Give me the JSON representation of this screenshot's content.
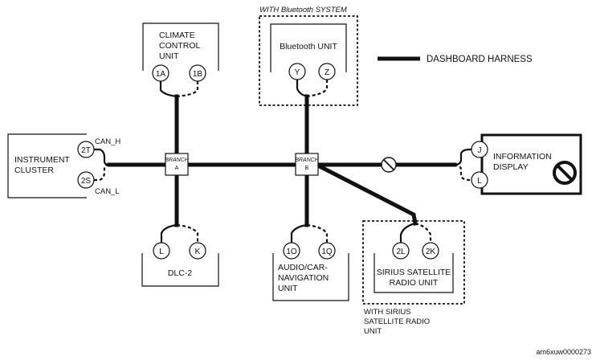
{
  "colors": {
    "ink": "#111111",
    "background": "#ffffff"
  },
  "legend": {
    "label": "DASHBOARD HARNESS"
  },
  "notes": {
    "bluetooth_option": "WITH Bluetooth SYSTEM",
    "sirius_option": [
      "WITH SIRIUS",
      "SATELLITE RADIO",
      "UNIT"
    ]
  },
  "units": {
    "climate": {
      "lines": [
        "CLIMATE",
        "CONTROL",
        "UNIT"
      ],
      "pins": [
        "1A",
        "1B"
      ]
    },
    "bluetooth": {
      "lines": [
        "Bluetooth UNIT"
      ],
      "pins": [
        "Y",
        "Z"
      ]
    },
    "instrument_cluster": {
      "lines": [
        "INSTRUMENT",
        "CLUSTER"
      ],
      "pins": [
        "2T",
        "2S"
      ],
      "signals": [
        "CAN_H",
        "CAN_L"
      ]
    },
    "information_display": {
      "lines": [
        "INFORMATION",
        "DISPLAY"
      ],
      "pins": [
        "J",
        "L"
      ],
      "icons": [
        "prohibited-icon"
      ]
    },
    "dlc2": {
      "lines": [
        "DLC-2"
      ],
      "pins": [
        "L",
        "K"
      ]
    },
    "audio_nav": {
      "lines": [
        "AUDIO/CAR-",
        "NAVIGATION",
        "UNIT"
      ],
      "pins": [
        "1O",
        "1Q"
      ]
    },
    "sirius": {
      "lines": [
        "SIRIUS SATELLITE",
        "RADIO UNIT"
      ],
      "pins": [
        "2L",
        "2K"
      ]
    }
  },
  "branches": [
    {
      "lines": [
        "BRANCH",
        "A"
      ]
    },
    {
      "lines": [
        "BRANCH",
        "B"
      ]
    }
  ],
  "harness_break_icon": "open-circuit-icon",
  "reference": "am6xuw0000273"
}
